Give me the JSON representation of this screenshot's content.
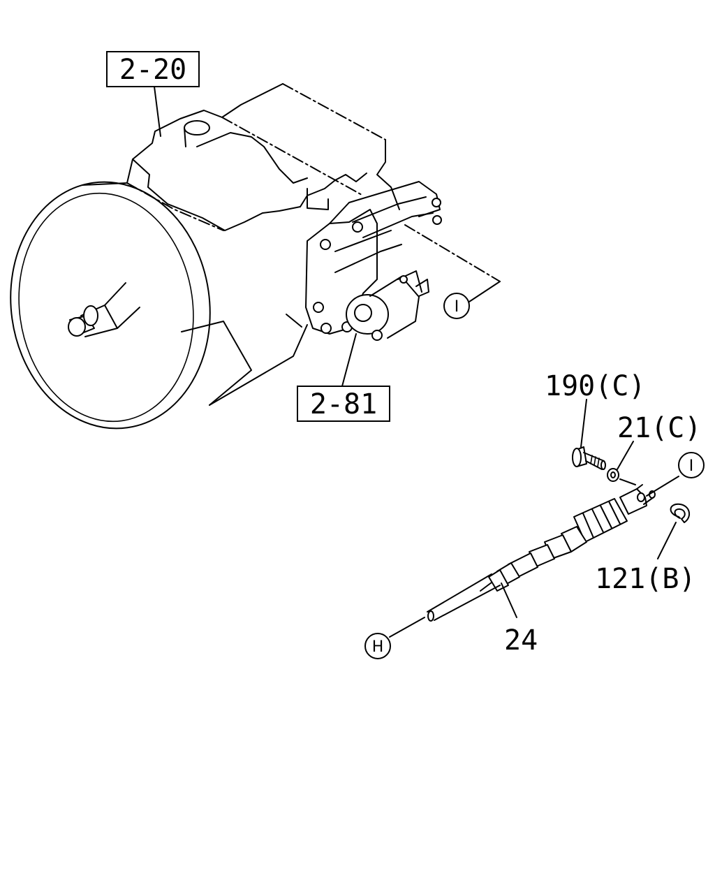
{
  "callouts": {
    "ref_2_20": "2-20",
    "ref_2_81": "2-81",
    "part_190": "190(C)",
    "part_21": "21(C)",
    "part_121": "121(B)",
    "part_24": "24",
    "circle_i_top": "I",
    "circle_i_right": "I",
    "circle_h": "H"
  }
}
